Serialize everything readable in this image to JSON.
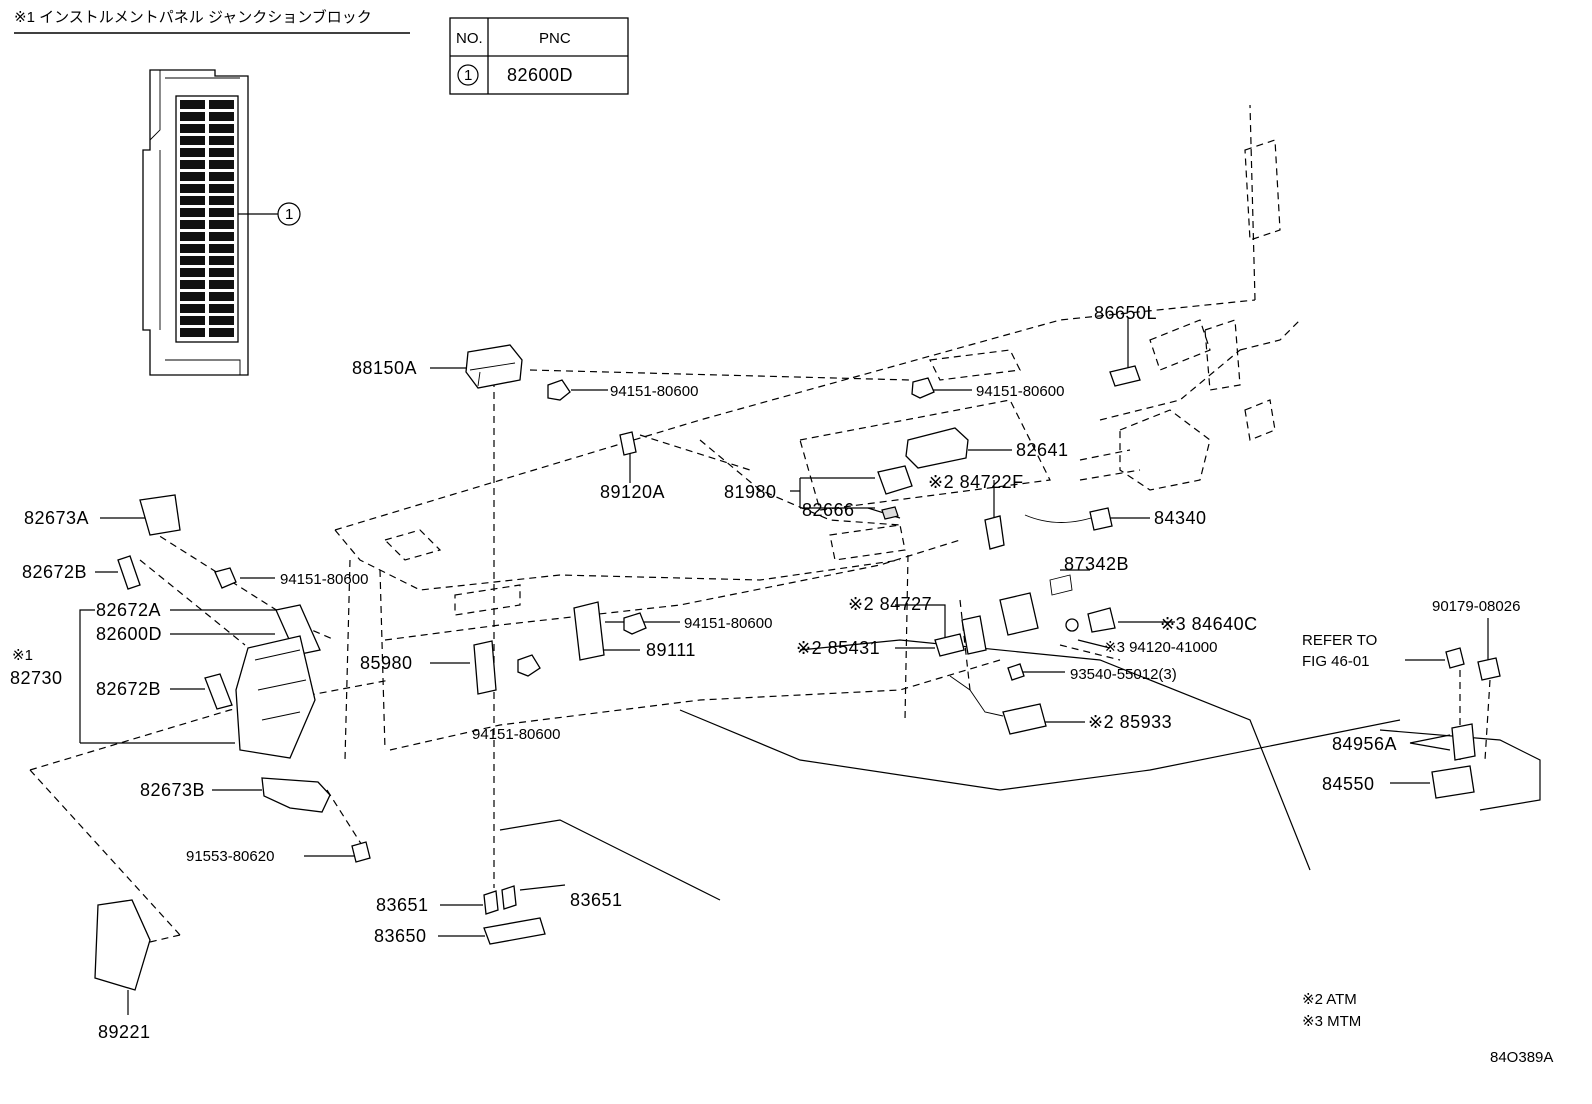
{
  "header": {
    "title": "※1 インストルメントパネル ジャンクションブロック"
  },
  "pnc_table": {
    "col_no": "NO.",
    "col_pnc": "PNC",
    "rows": [
      {
        "no": "1",
        "pnc": "82600D"
      }
    ]
  },
  "callout_1": "1",
  "labels": {
    "p88150A": "88150A",
    "p94151_a": "94151-80600",
    "p94151_b": "94151-80600",
    "p94151_c": "94151-80600",
    "p94151_d": "94151-80600",
    "p94151_e": "94151-80600",
    "p86650L": "86650L",
    "p82641": "82641",
    "p89120A": "89120A",
    "p81980": "81980",
    "p82666": "82666",
    "p84722F": "※2 84722F",
    "p84340": "84340",
    "p87342B": "87342B",
    "p84640C": "※3 84640C",
    "p394120": "※3 94120-41000",
    "p93540": "93540-55012(3)",
    "p84727": "※2 84727",
    "p85431": "※2 85431",
    "p85933": "※2 85933",
    "p89111": "89111",
    "p85980": "85980",
    "p82673A": "82673A",
    "p82672B_a": "82672B",
    "p82672A": "82672A",
    "p82600D": "82600D",
    "p82730_mark": "※1",
    "p82730": "82730",
    "p82672B_b": "82672B",
    "p82673B": "82673B",
    "p91553": "91553-80620",
    "p83651_a": "83651",
    "p83651_b": "83651",
    "p83650": "83650",
    "p89221": "89221",
    "p90179": "90179-08026",
    "refer_1": "REFER TO",
    "refer_2": "FIG 46-01",
    "p84956A": "84956A",
    "p84550": "84550"
  },
  "footnotes": {
    "n2": "※2 ATM",
    "n3": "※3 MTM"
  },
  "diagram_code": "84O389A"
}
